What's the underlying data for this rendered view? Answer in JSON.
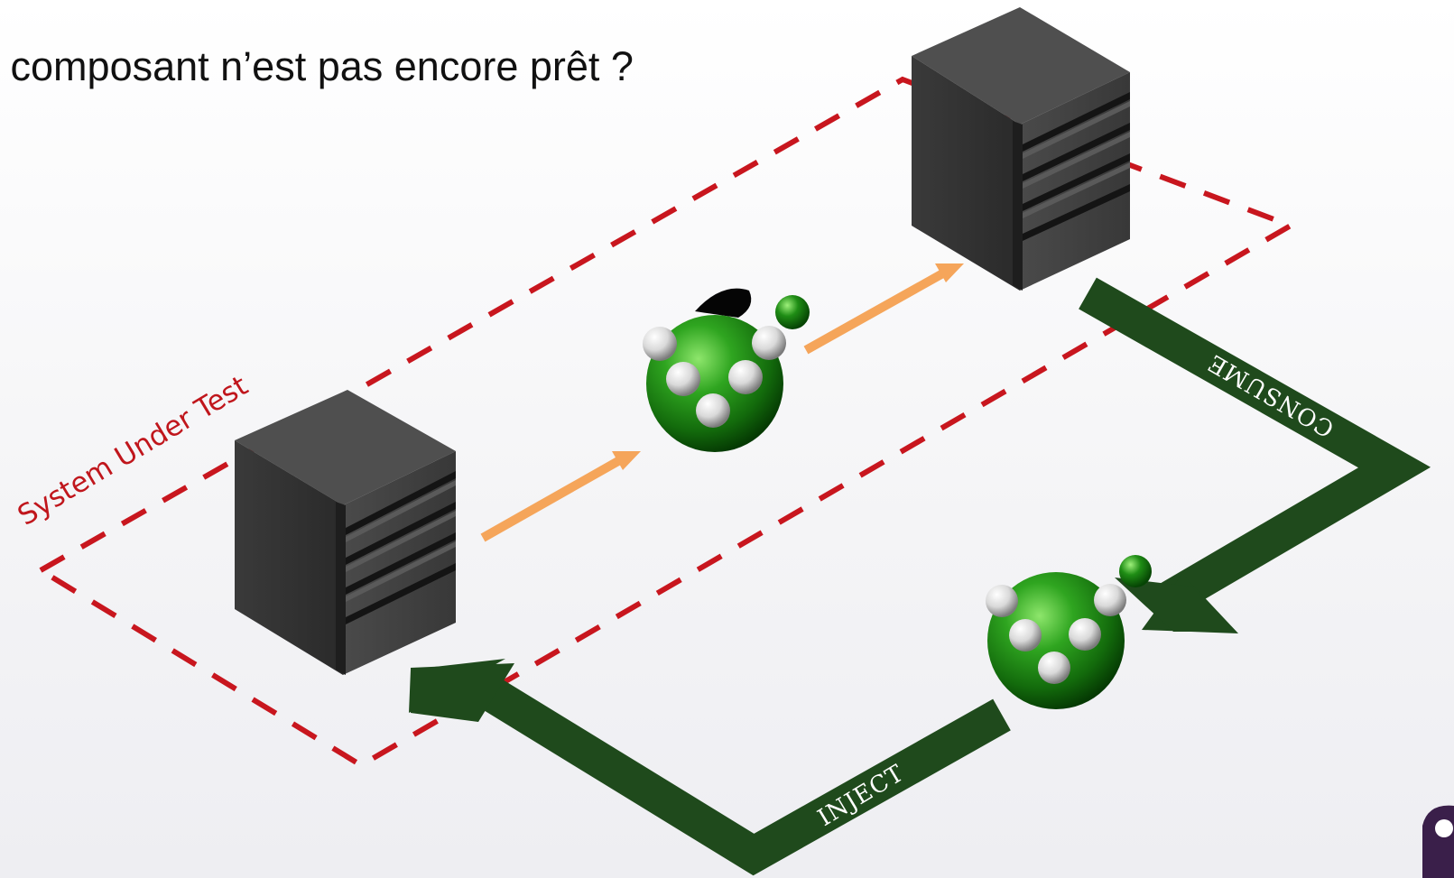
{
  "slide": {
    "title": "n composant n’est pas encore prêt ?"
  },
  "diagram": {
    "boundary_label": "System Under Test",
    "consume_label": "CONSUME",
    "inject_label": "INJECT"
  },
  "colors": {
    "boundary": "#c8161e",
    "flow_arrow": "#1f4a1c",
    "message_arrow": "#f5a55a",
    "server_top": "#4a4a4a",
    "server_side": "#2e2e2e",
    "message_ball": "#1e8a14"
  },
  "icons": {
    "server": "server-tower-icon",
    "message": "message-molecule-icon"
  }
}
